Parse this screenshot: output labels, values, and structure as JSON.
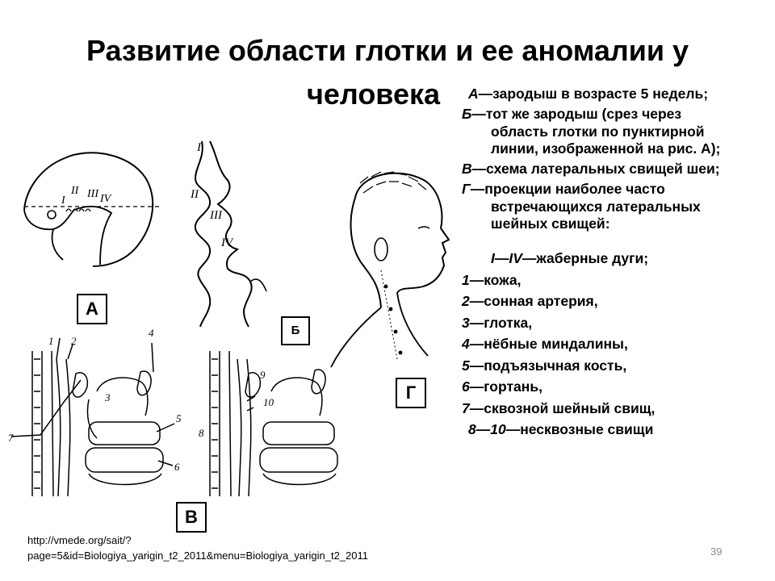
{
  "title": {
    "line1": "Развитие области глотки и ее аномалии у",
    "line2": "человека"
  },
  "labels": {
    "a": "А",
    "b": "Б",
    "v": "В",
    "g": "Г"
  },
  "figure_a": {
    "arches": [
      "I",
      "II",
      "III",
      "IV"
    ],
    "eye": "O"
  },
  "figure_b": {
    "arches": [
      "I",
      "II",
      "III",
      "IV"
    ]
  },
  "figure_v": {
    "numbers": [
      "1",
      "2",
      "3",
      "4",
      "5",
      "6",
      "7",
      "8",
      "9",
      "10"
    ]
  },
  "legend": [
    {
      "key": "А—",
      "text": "зародыш в возрасте 5 недель;"
    },
    {
      "key": "Б—",
      "text": "тот же зародыш (срез через область глотки по пунктирной линии, изображенной на рис. А);"
    },
    {
      "key": "В—",
      "text": "схема латеральных свищей шеи;"
    },
    {
      "key": "Г—",
      "text": "проекции наиболее часто встречающихся латеральных шейных свищей:"
    }
  ],
  "legend2": [
    {
      "key": "I—IV—",
      "text": "жаберные дуги;"
    },
    {
      "key": "1—",
      "text": "кожа,"
    },
    {
      "key": "2—",
      "text": "сонная артерия,"
    },
    {
      "key": "3—",
      "text": "глотка,"
    },
    {
      "key": "4—",
      "text": "нёбные миндалины,"
    },
    {
      "key": "5—",
      "text": "подъязычная кость,"
    },
    {
      "key": "6—",
      "text": "гортань,"
    },
    {
      "key": "7—",
      "text": "сквозной шейный свищ,"
    },
    {
      "key": "8—10—",
      "text": "несквозные свищи"
    }
  ],
  "source": {
    "line1": "http://vmede.org/sait/?",
    "line2": "page=5&id=Biologiya_yarigin_t2_2011&menu=Biologiya_yarigin_t2_2011"
  },
  "page_number": "39"
}
